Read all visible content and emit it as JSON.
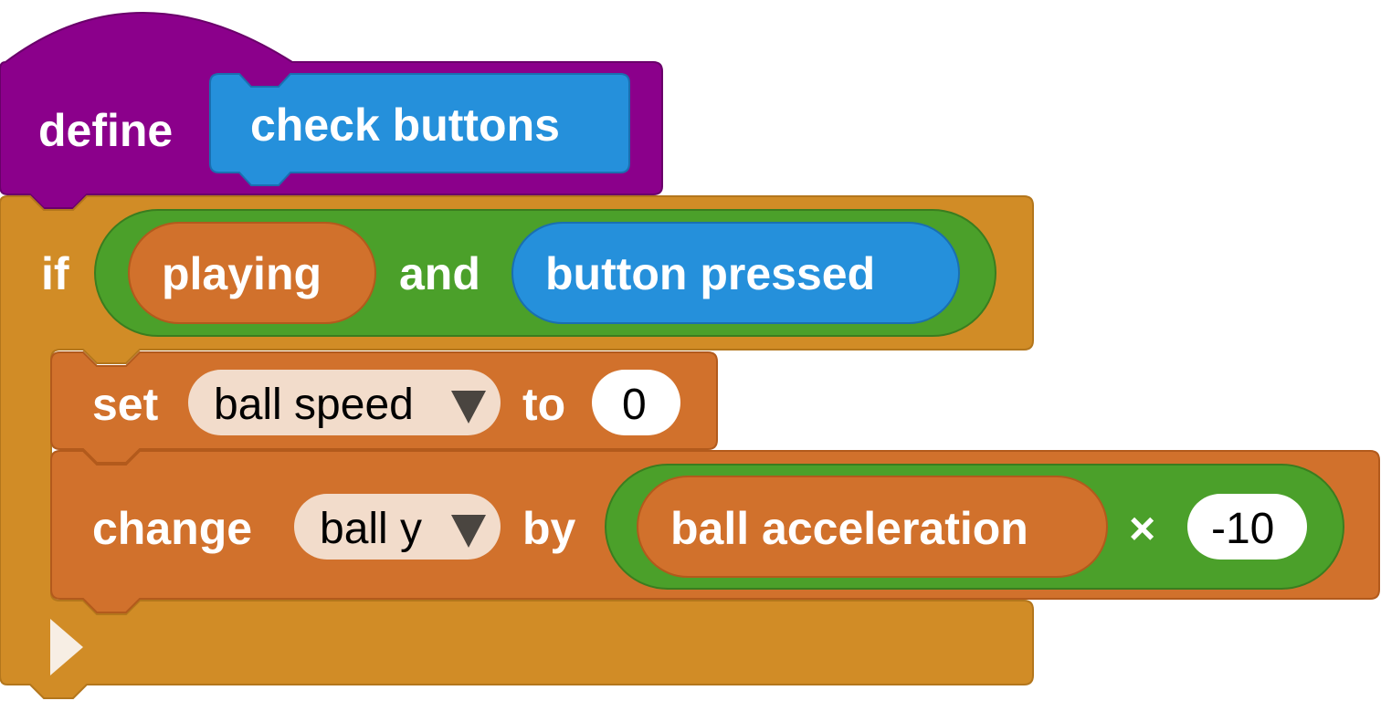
{
  "colors": {
    "define_hat": "#8b008b",
    "define_hat_edge": "#6a006a",
    "custom_block": "#2590db",
    "custom_block_edge": "#1a6fb0",
    "control": "#d18c26",
    "control_edge": "#b3761c",
    "operators": "#4ba02a",
    "operators_edge": "#3a7d1f",
    "variables": "#d1712c",
    "variables_edge": "#b25a1c",
    "dropdown_fill": "#f2dccb",
    "dropdown_arrow": "#4a4540",
    "text_white": "#ffffff",
    "text_dark": "#000000"
  },
  "define_block": {
    "keyword": "define",
    "name": "check buttons"
  },
  "if_block": {
    "keyword": "if",
    "condition": {
      "left_reporter": "playing",
      "operator": "and",
      "right_reporter": "button  pressed"
    }
  },
  "set_block": {
    "keyword": "set",
    "variable": "ball speed",
    "to_label": "to",
    "value": "0"
  },
  "change_block": {
    "keyword": "change",
    "variable": "ball y",
    "by_label": "by",
    "reporter": "ball acceleration",
    "operator": "×",
    "value": "-10"
  },
  "icons": {
    "dropdown": "dropdown-triangle-icon",
    "if_end": "play-triangle-icon"
  }
}
